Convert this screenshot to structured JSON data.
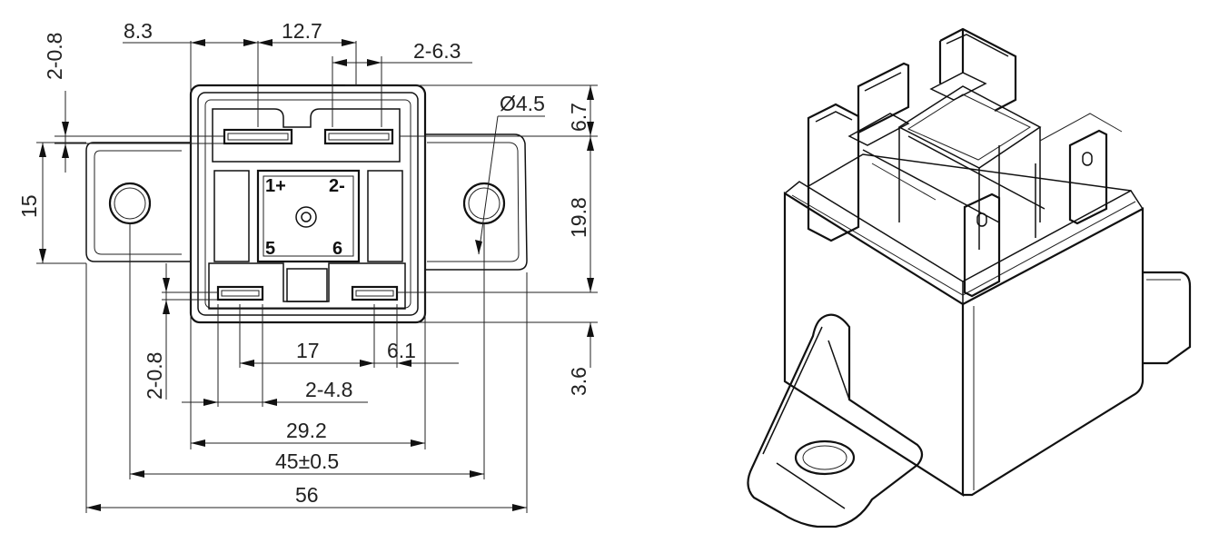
{
  "dimensions": {
    "top_left_thickness": "2-0.8",
    "top_offset": "8.3",
    "top_pitch": "12.7",
    "top_terminal_width": "2-6.3",
    "hole_diameter": "Ø4.5",
    "right_top": "6.7",
    "flange_height": "15",
    "right_pitch": "19.8",
    "bottom_left_thickness": "2-0.8",
    "bottom_pitch": "17",
    "bottom_right_offset": "6.1",
    "bottom_terminal_width": "2-4.8",
    "body_width": "29.2",
    "hole_spacing": "45±0.5",
    "overall_width": "56",
    "right_bottom": "3.6"
  },
  "pins": {
    "p1": "1+",
    "p2": "2-",
    "p5": "5",
    "p6": "6"
  },
  "colors": {
    "line": "#111111",
    "background": "#ffffff"
  }
}
